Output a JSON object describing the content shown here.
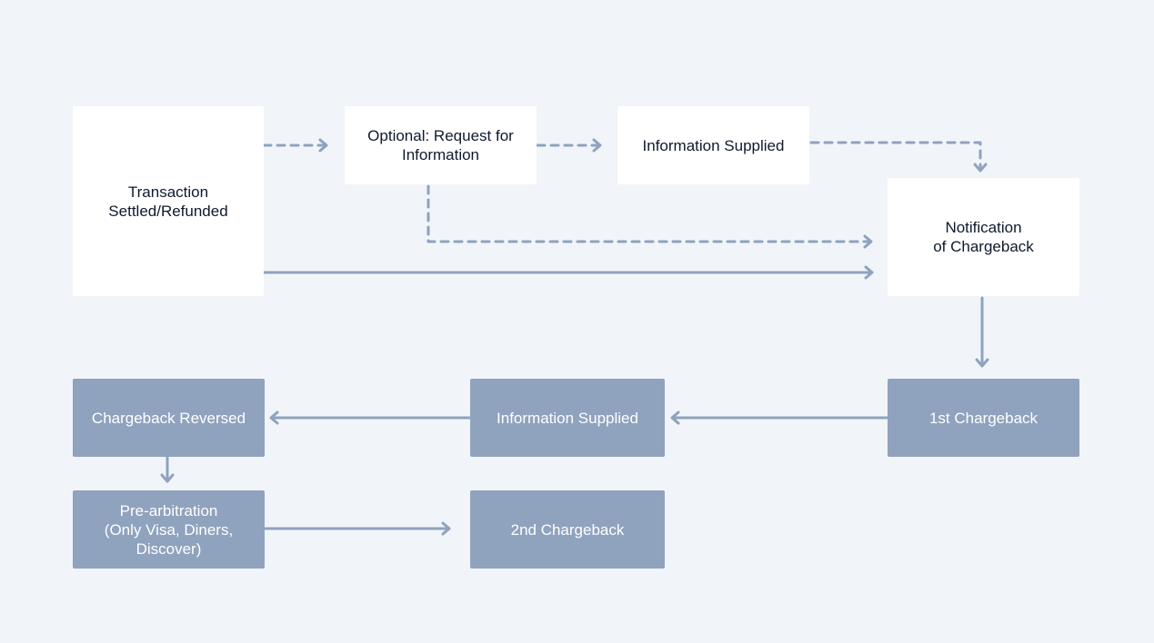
{
  "colors": {
    "background": "#f1f5f9",
    "light_node": "#ffffff",
    "dark_node": "#8fa2be",
    "connector": "#8fa2be",
    "text_dark": "#0f1a2e",
    "text_light": "#ffffff"
  },
  "nodes": {
    "transaction": "Transaction\nSettled/Refunded",
    "request_info": "Optional: Request for\nInformation",
    "info_supplied_top": "Information Supplied",
    "notification": "Notification\nof Chargeback",
    "first_chargeback": "1st Chargeback",
    "info_supplied_bottom": "Information Supplied",
    "chargeback_reversed": "Chargeback Reversed",
    "pre_arbitration": "Pre-arbitration\n(Only Visa, Diners,\nDiscover)",
    "second_chargeback": "2nd Chargeback"
  },
  "edges": [
    {
      "from": "transaction",
      "to": "request_info",
      "style": "dashed"
    },
    {
      "from": "request_info",
      "to": "info_supplied_top",
      "style": "dashed"
    },
    {
      "from": "info_supplied_top",
      "to": "notification",
      "style": "dashed"
    },
    {
      "from": "request_info",
      "to": "notification",
      "style": "dashed"
    },
    {
      "from": "transaction",
      "to": "notification",
      "style": "solid"
    },
    {
      "from": "notification",
      "to": "first_chargeback",
      "style": "solid"
    },
    {
      "from": "first_chargeback",
      "to": "info_supplied_bottom",
      "style": "solid"
    },
    {
      "from": "info_supplied_bottom",
      "to": "chargeback_reversed",
      "style": "solid"
    },
    {
      "from": "chargeback_reversed",
      "to": "pre_arbitration",
      "style": "solid"
    },
    {
      "from": "pre_arbitration",
      "to": "second_chargeback",
      "style": "solid"
    }
  ]
}
